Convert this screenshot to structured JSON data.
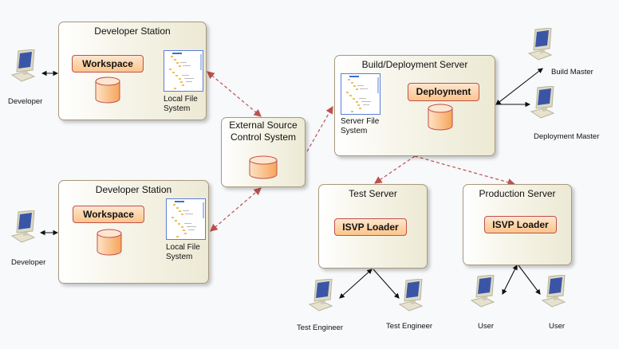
{
  "nodes": {
    "dev_station_1": {
      "title": "Developer Station",
      "component": "Workspace",
      "fs_label_1": "Local File",
      "fs_label_2": "System"
    },
    "dev_station_2": {
      "title": "Developer Station",
      "component": "Workspace",
      "fs_label_1": "Local File",
      "fs_label_2": "System"
    },
    "external_scs": {
      "title_1": "External Source",
      "title_2": "Control System"
    },
    "build_server": {
      "title": "Build/Deployment Server",
      "component": "Deployment",
      "fs_label_1": "Server File",
      "fs_label_2": "System"
    },
    "test_server": {
      "title": "Test Server",
      "component": "ISVP Loader"
    },
    "production_server": {
      "title": "Production Server",
      "component": "ISVP Loader"
    }
  },
  "actors": {
    "developer_1": "Developer",
    "developer_2": "Developer",
    "build_master": "Build Master",
    "deployment_master": "Deployment Master",
    "test_engineer_1": "Test Engineer",
    "test_engineer_2": "Test Engineer",
    "user_1": "User",
    "user_2": "User"
  },
  "colors": {
    "dependency_line": "#c0504d",
    "association_line": "#111111",
    "component_border": "#c0504d"
  }
}
